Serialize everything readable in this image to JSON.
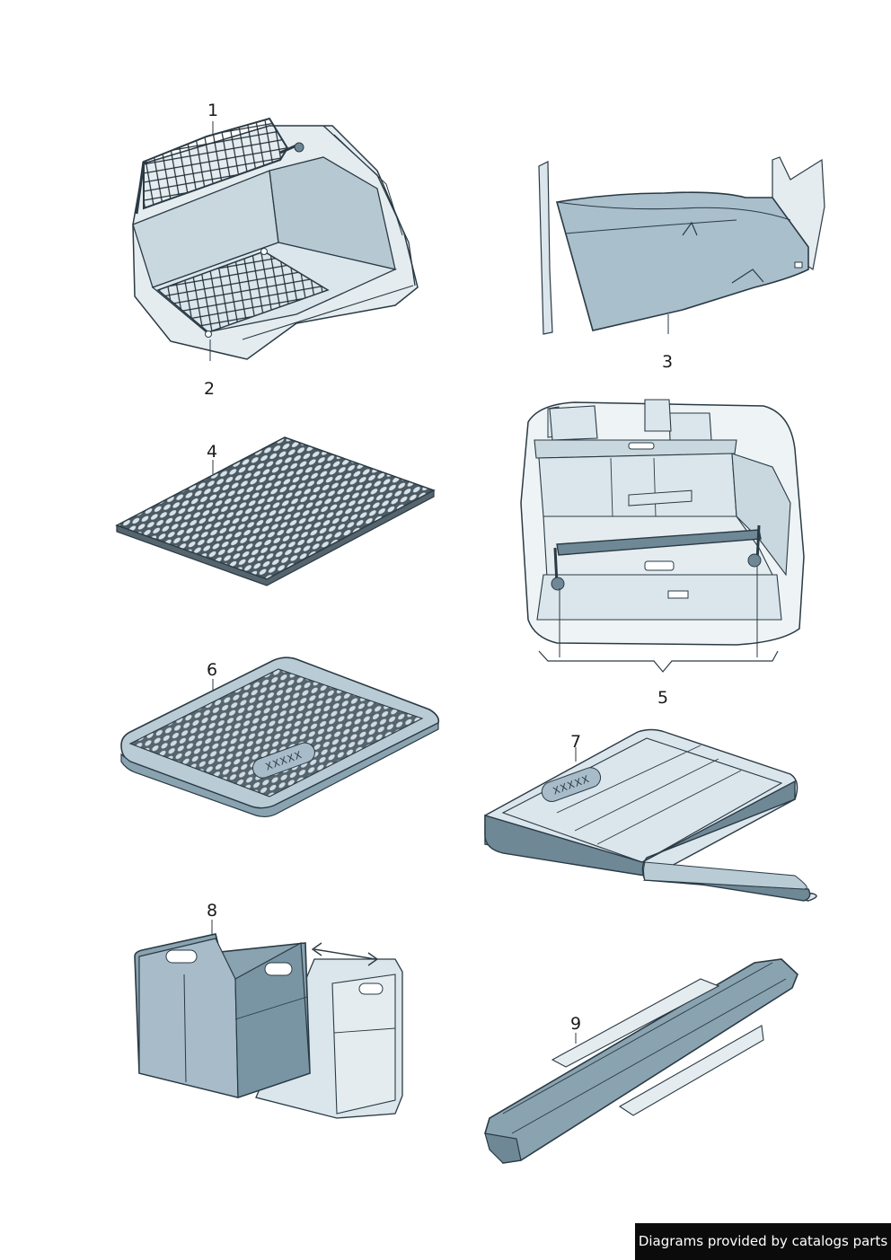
{
  "callouts": {
    "c1": "1",
    "c2": "2",
    "c3": "3",
    "c4": "4",
    "c5": "5",
    "c6": "6",
    "c7": "7",
    "c8": "8",
    "c9": "9"
  },
  "mat_labels": {
    "mat6": "XXXXX",
    "tray7": "XXXXX"
  },
  "footer": {
    "text": "Diagrams provided by catalogs parts"
  },
  "colors": {
    "line": "#2a3a44",
    "light_fill": "#dbe6ec",
    "mid_fill": "#a7bcc8",
    "dark_fill": "#6f8896",
    "footer_bg": "#0b0b0b"
  }
}
